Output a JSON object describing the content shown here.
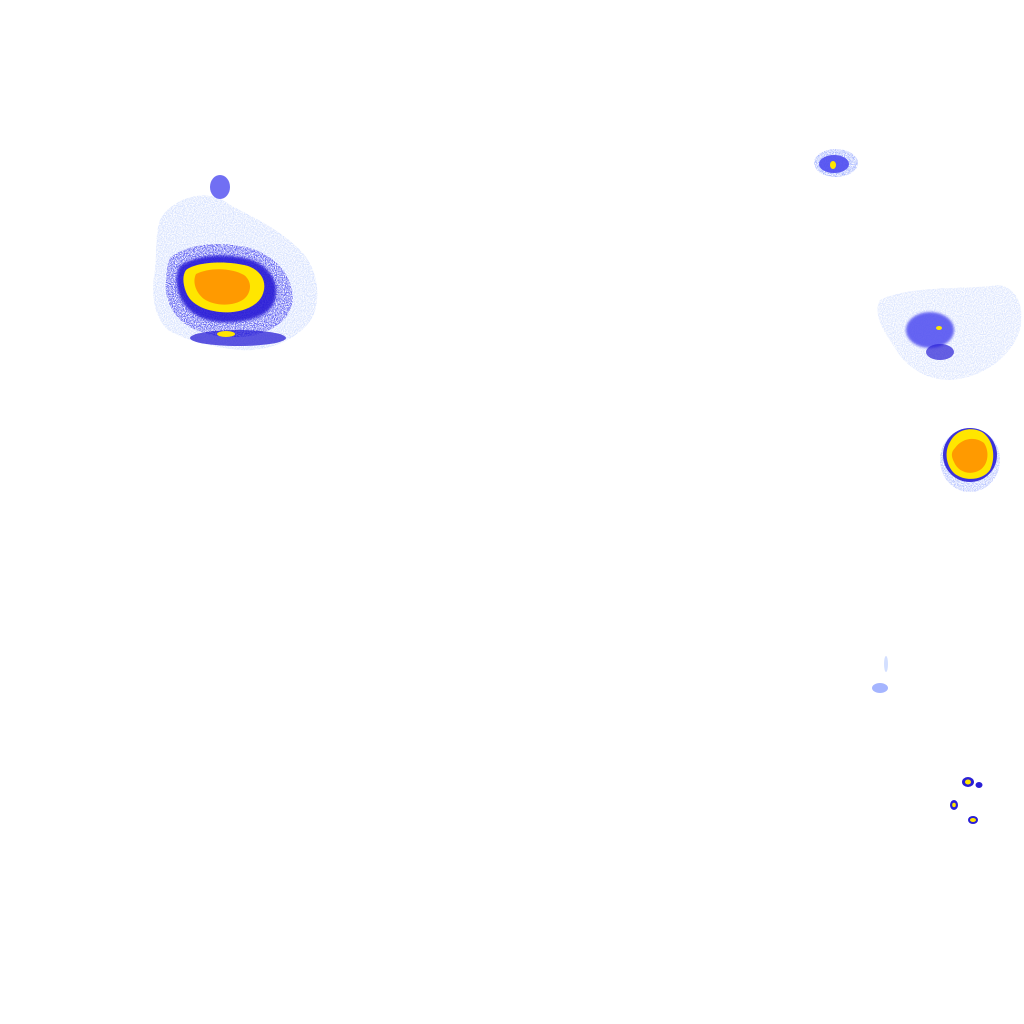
{
  "map": {
    "type": "precipitation-radar-overlay",
    "background_color": "#ffffff",
    "color_scale": {
      "light": "#c8d7ff",
      "lighter_blue": "#7f96ff",
      "medium": "#4e4bf0",
      "dark_blue": "#2a1fd6",
      "yellow": "#ffe600",
      "orange": "#ff9a00",
      "deep_orange": "#ff7a00"
    },
    "cells": [
      {
        "id": "cell-northwest",
        "intensity": "heavy"
      },
      {
        "id": "cell-northeast-small",
        "intensity": "moderate"
      },
      {
        "id": "cell-east-scattered",
        "intensity": "moderate"
      },
      {
        "id": "cell-east-core",
        "intensity": "heavy"
      },
      {
        "id": "cell-southeast-trace",
        "intensity": "light"
      },
      {
        "id": "cell-southeast-specks",
        "intensity": "moderate"
      }
    ]
  }
}
